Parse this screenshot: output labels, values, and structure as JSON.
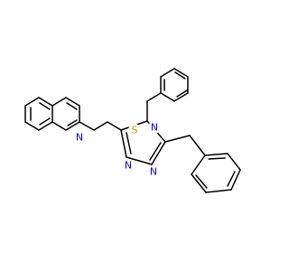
{
  "molecule": {
    "colors": {
      "bond": "#000000",
      "carbon": "#000000",
      "nitrogen": "#0000ff",
      "sulfur": "#b8a000",
      "background": "#ffffff"
    },
    "atom_labels": {
      "quinoline_n": "N",
      "sulfur": "S",
      "triazole_n4": "N",
      "triazole_n1": "N",
      "triazole_n2": "N"
    }
  }
}
